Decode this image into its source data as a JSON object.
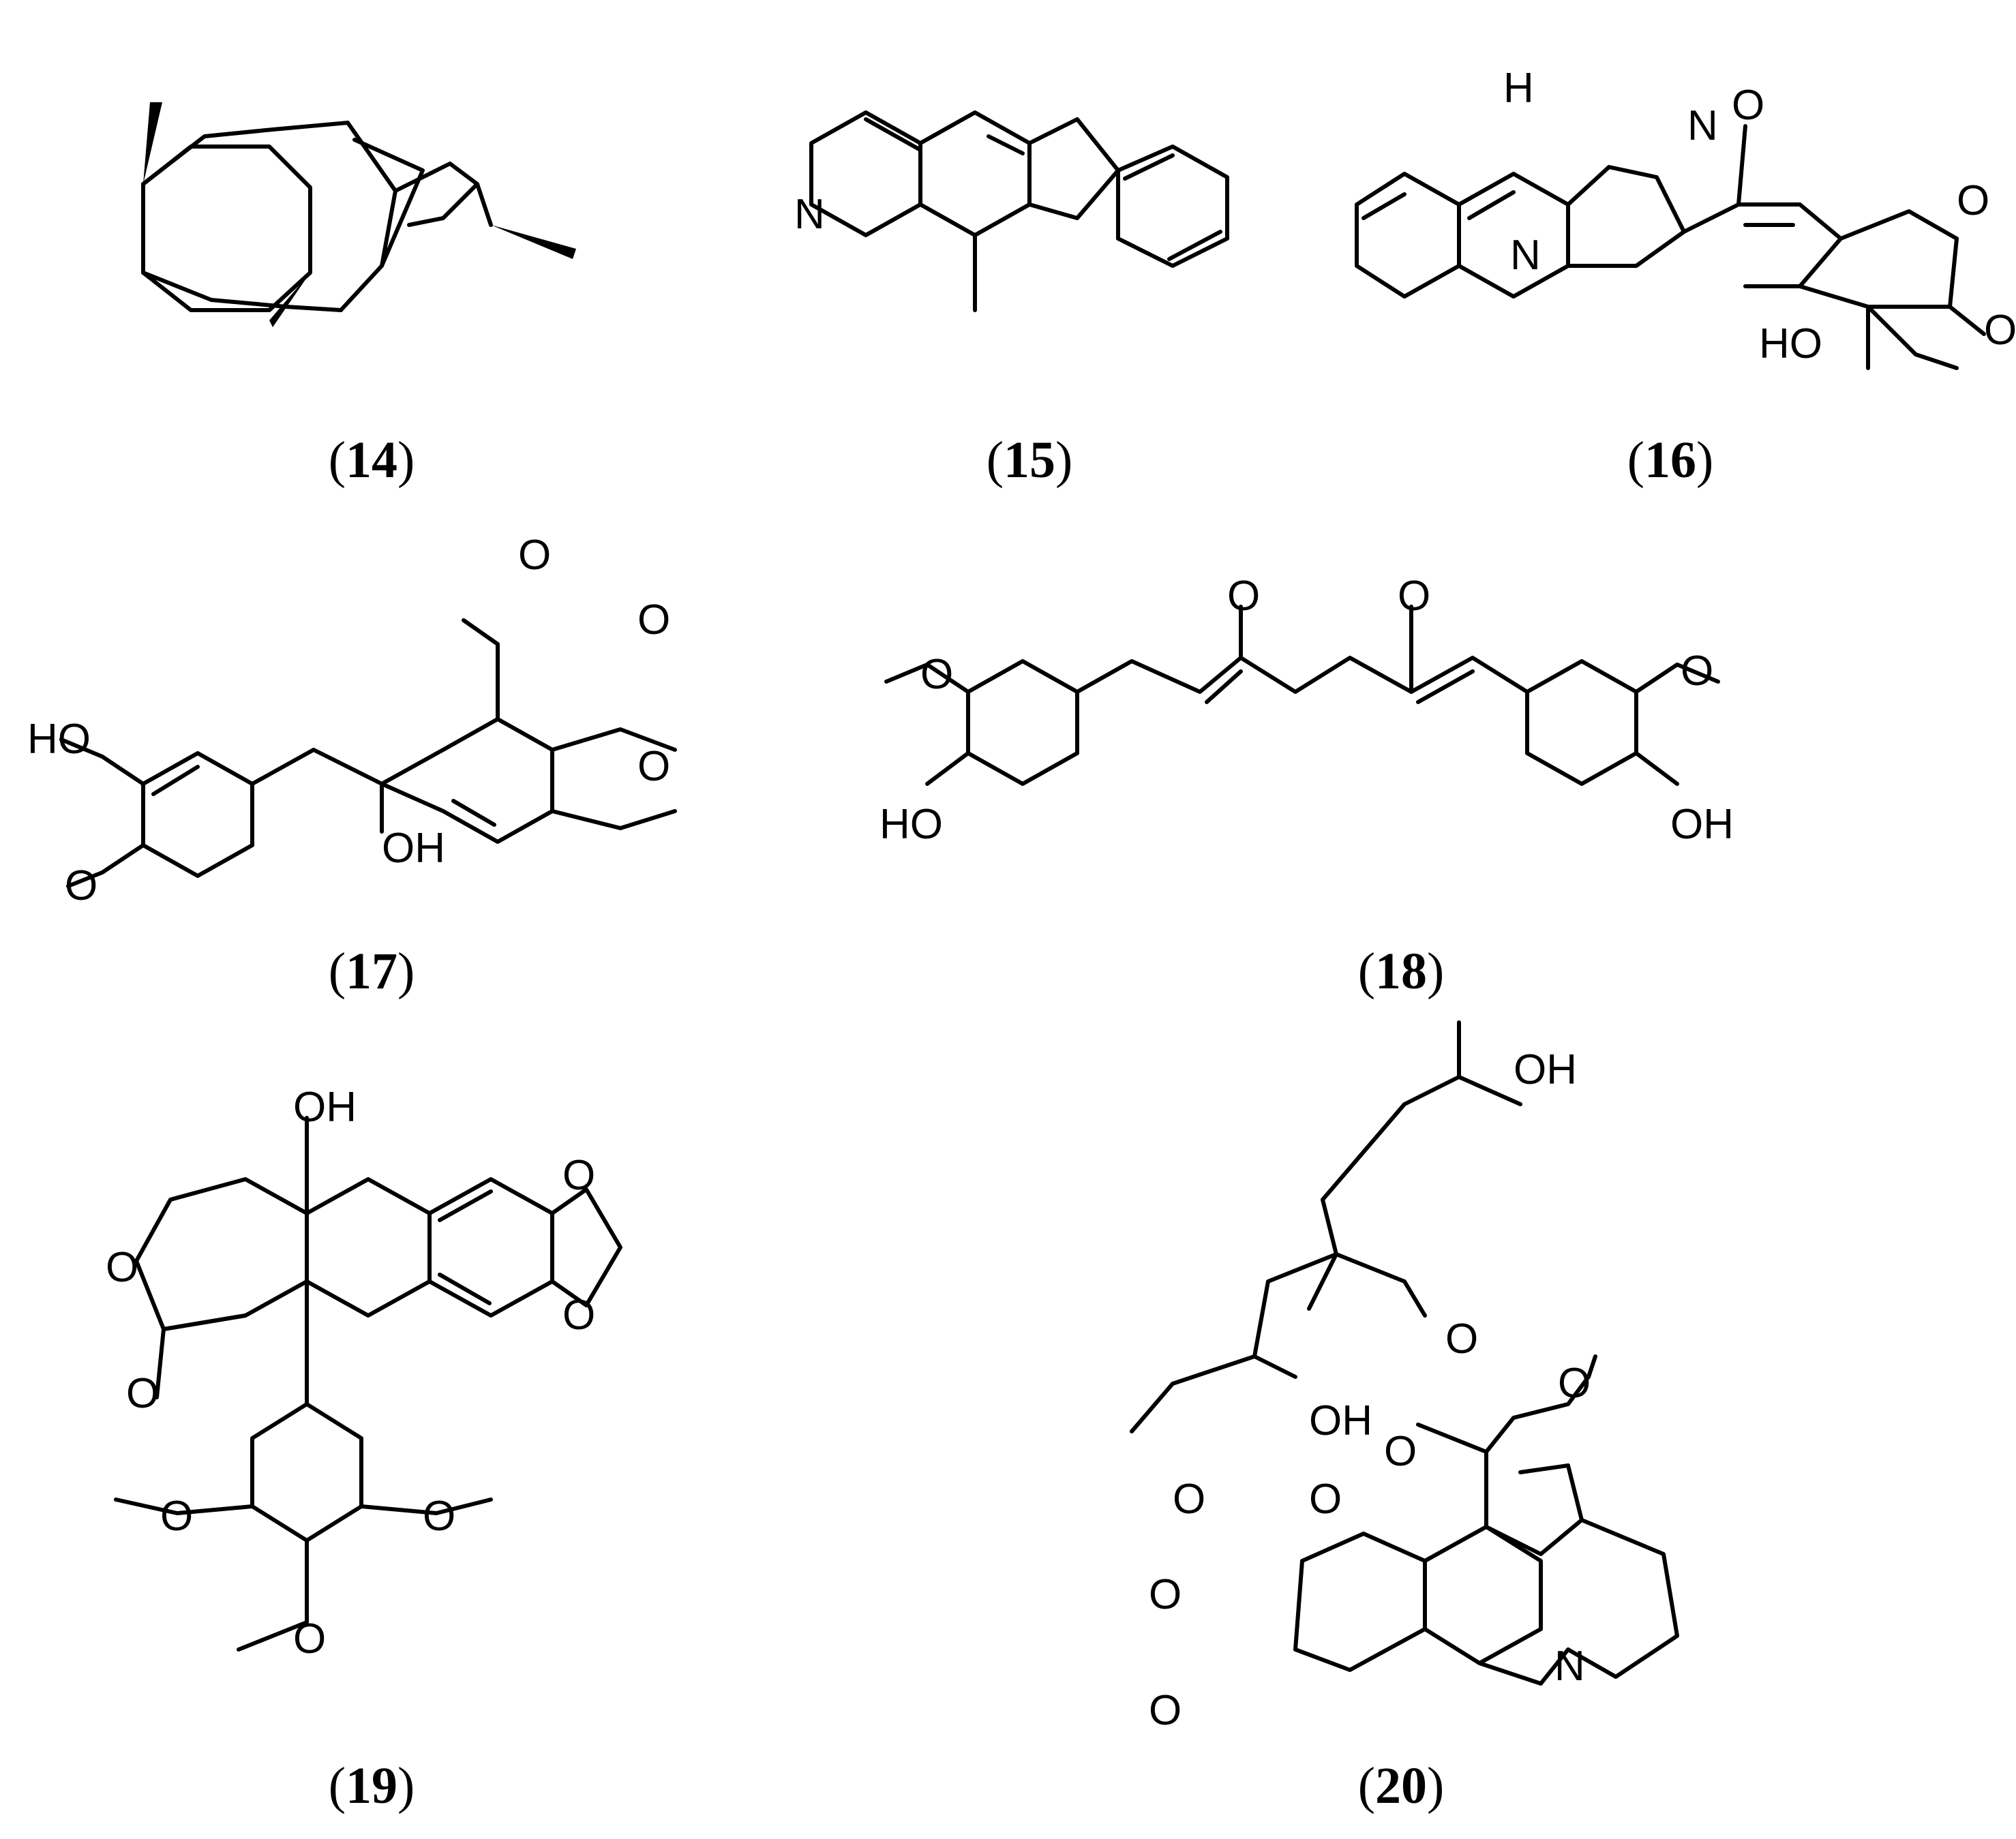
{
  "compounds": [
    {
      "id": "c14",
      "number": "14"
    },
    {
      "id": "c15",
      "number": "15"
    },
    {
      "id": "c16",
      "number": "16"
    },
    {
      "id": "c17",
      "number": "17"
    },
    {
      "id": "c18",
      "number": "18"
    },
    {
      "id": "c19",
      "number": "19"
    },
    {
      "id": "c20",
      "number": "20"
    }
  ],
  "atom_text": {
    "N": "N",
    "NH_H": "H",
    "O": "O",
    "OH": "OH",
    "HO": "HO"
  },
  "colors": {
    "ink": "#000000",
    "background": "#ffffff"
  }
}
